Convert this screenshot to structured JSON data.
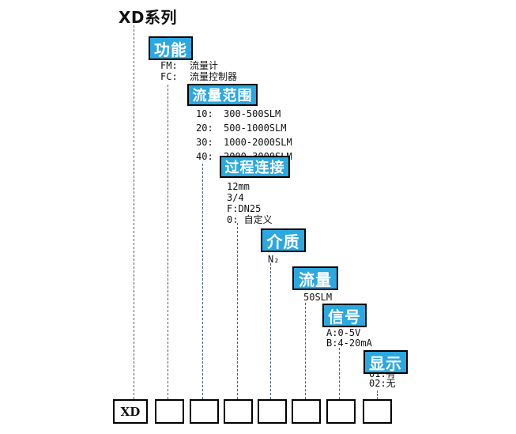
{
  "title": "XD系列",
  "colors": {
    "label_box_fill": "#2ba8e0",
    "label_box_border": "#000000",
    "connector_line": "#4a6078",
    "text": "#111111"
  },
  "func": {
    "label": "功能",
    "items": [
      {
        "k": "FM:",
        "v": "流量计"
      },
      {
        "k": "FC:",
        "v": "流量控制器"
      }
    ]
  },
  "range": {
    "label": "流量范围",
    "items": [
      {
        "k": "10:",
        "v": "300-500SLM"
      },
      {
        "k": "20:",
        "v": "500-1000SLM"
      },
      {
        "k": "30:",
        "v": "1000-2000SLM"
      },
      {
        "k": "40:",
        "v": "2000-3000SLM"
      }
    ]
  },
  "process": {
    "label": "过程连接",
    "items": [
      "12mm",
      "3/4",
      "F:DN25",
      "0: 自定义"
    ]
  },
  "medium": {
    "label": "介质",
    "items": [
      "N₂"
    ]
  },
  "flow": {
    "label": "流量",
    "items": [
      "50SLM"
    ]
  },
  "signal": {
    "label": "信号",
    "items": [
      "A:0-5V",
      "B:4-20mA"
    ]
  },
  "display": {
    "label": "显示",
    "items": [
      "01:有",
      "02:无"
    ]
  },
  "model_box": "XD"
}
